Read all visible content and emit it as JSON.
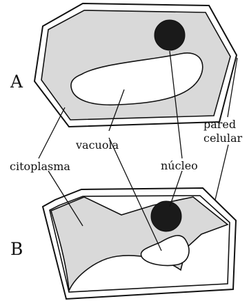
{
  "cells": [
    {
      "letter": "A"
    },
    {
      "letter": "B"
    }
  ],
  "labels": {
    "cytoplasm": "citoplasma",
    "vacuole": "vacuola",
    "nucleus": "núcleo",
    "cell_wall_line1": "pared",
    "cell_wall_line2": "celular"
  },
  "colors": {
    "cytoplasm": "#d9d9d9",
    "nucleus": "#1a1a1a",
    "line": "#111111",
    "background": "#ffffff"
  }
}
